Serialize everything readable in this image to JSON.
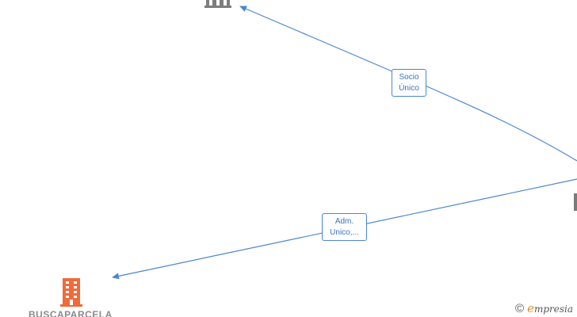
{
  "diagram": {
    "nodes": {
      "top_company": {
        "label": "",
        "icon": "building-icon",
        "color": "#7d7d7d"
      },
      "bottom_company": {
        "label": "BUSCAPARCELA",
        "icon": "building-icon",
        "color": "#f06a3a"
      }
    },
    "edges": [
      {
        "line1": "Socio",
        "line2": "Único"
      },
      {
        "line1": "Adm.",
        "line2": "Unico,..."
      }
    ],
    "edge_color": "#4a86d0"
  },
  "watermark": {
    "copyright_symbol": "©",
    "brand_first": "e",
    "brand_rest": "mpresia"
  }
}
